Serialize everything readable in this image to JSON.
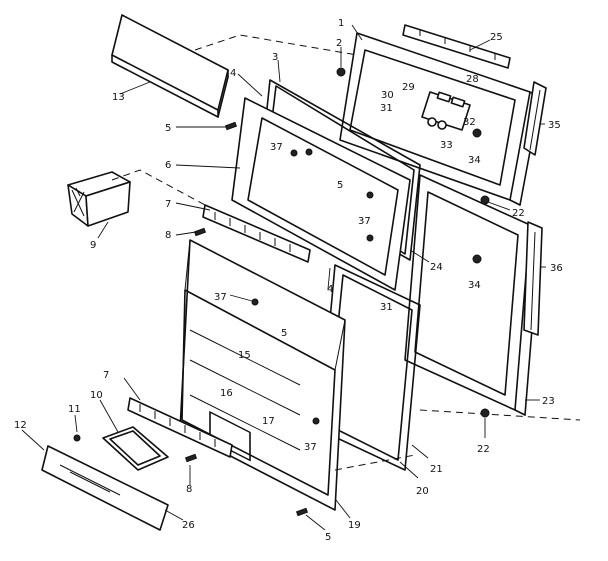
{
  "callouts": [
    {
      "id": "c1",
      "text": "1"
    },
    {
      "id": "c2",
      "text": "2"
    },
    {
      "id": "c3",
      "text": "3"
    },
    {
      "id": "c4a",
      "text": "4"
    },
    {
      "id": "c4b",
      "text": "4"
    },
    {
      "id": "c5a",
      "text": "5"
    },
    {
      "id": "c5b",
      "text": "5"
    },
    {
      "id": "c5c",
      "text": "5"
    },
    {
      "id": "c5d",
      "text": "5"
    },
    {
      "id": "c6",
      "text": "6"
    },
    {
      "id": "c7a",
      "text": "7"
    },
    {
      "id": "c7b",
      "text": "7"
    },
    {
      "id": "c8a",
      "text": "8"
    },
    {
      "id": "c8b",
      "text": "8"
    },
    {
      "id": "c9",
      "text": "9"
    },
    {
      "id": "c10",
      "text": "10"
    },
    {
      "id": "c11",
      "text": "11"
    },
    {
      "id": "c12",
      "text": "12"
    },
    {
      "id": "c13",
      "text": "13"
    },
    {
      "id": "c15",
      "text": "15"
    },
    {
      "id": "c16",
      "text": "16"
    },
    {
      "id": "c17",
      "text": "17"
    },
    {
      "id": "c19",
      "text": "19"
    },
    {
      "id": "c20",
      "text": "20"
    },
    {
      "id": "c21",
      "text": "21"
    },
    {
      "id": "c22a",
      "text": "22"
    },
    {
      "id": "c22b",
      "text": "22"
    },
    {
      "id": "c23",
      "text": "23"
    },
    {
      "id": "c24",
      "text": "24"
    },
    {
      "id": "c25",
      "text": "25"
    },
    {
      "id": "c26",
      "text": "26"
    },
    {
      "id": "c28",
      "text": "28"
    },
    {
      "id": "c29",
      "text": "29"
    },
    {
      "id": "c30",
      "text": "30"
    },
    {
      "id": "c31a",
      "text": "31"
    },
    {
      "id": "c31b",
      "text": "31"
    },
    {
      "id": "c32",
      "text": "32"
    },
    {
      "id": "c33",
      "text": "33"
    },
    {
      "id": "c34a",
      "text": "34"
    },
    {
      "id": "c34b",
      "text": "34"
    },
    {
      "id": "c35",
      "text": "35"
    },
    {
      "id": "c36",
      "text": "36"
    },
    {
      "id": "c37a",
      "text": "37"
    },
    {
      "id": "c37b",
      "text": "37"
    },
    {
      "id": "c37c",
      "text": "37"
    },
    {
      "id": "c37d",
      "text": "37"
    }
  ]
}
